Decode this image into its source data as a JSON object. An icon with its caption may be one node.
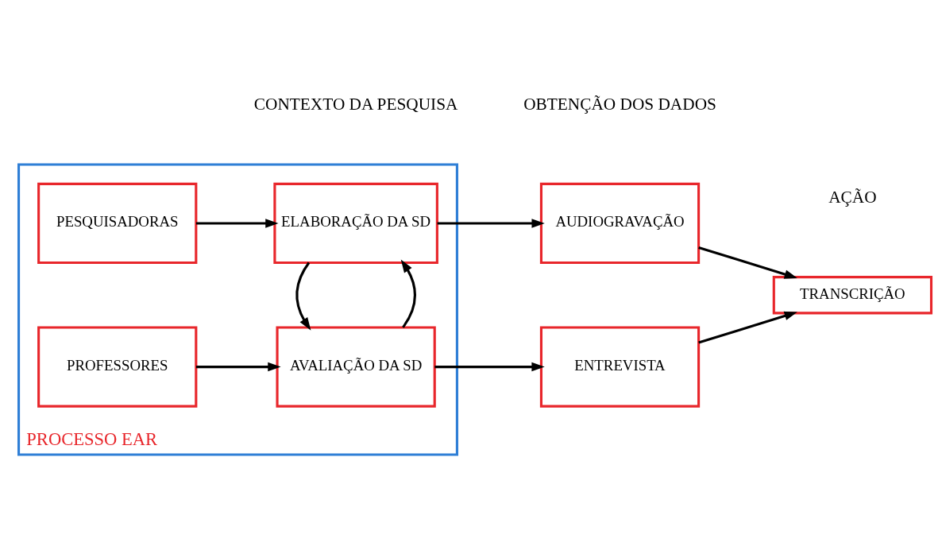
{
  "diagram": {
    "nodes": [
      {
        "text": [
          "PROCESSO EAR"
        ]
      },
      {
        "text": [
          "PESQUISADORAS"
        ],
        "in": 0
      },
      {
        "text": [
          "ELABORAÇÃO DA SD"
        ],
        "in": 0
      },
      {
        "text": [
          "PROFESSORES"
        ],
        "in": 0
      },
      {
        "text": [
          "AVALIAÇÃO DA SD"
        ],
        "in": 0
      },
      {
        "text": [
          "AUDIOGRAVAÇÃO"
        ]
      },
      {
        "text": [
          "ENTREVISTA"
        ]
      },
      {
        "text": [
          "TRANSCRIÇÃO"
        ]
      }
    ],
    "edges": [
      {
        "from": 1,
        "to": 2,
        "arrow": "to"
      },
      {
        "from": 4,
        "to": 2,
        "arrow": "to"
      },
      {
        "from": 2,
        "to": 4,
        "arrow": "to"
      },
      {
        "from": 3,
        "to": 4,
        "arrow": "to"
      },
      {
        "from": 2,
        "to": 5,
        "arrow": "to"
      },
      {
        "from": 4,
        "to": 6,
        "arrow": "to"
      },
      {
        "from": 5,
        "to": 7,
        "arrow": "to"
      },
      {
        "from": 6,
        "to": 7,
        "arrow": "to"
      }
    ],
    "labels": [
      "CONTEXTO DA PESQUISA",
      "OBTENÇÃO DOS DADOS",
      "AÇÃO"
    ]
  }
}
